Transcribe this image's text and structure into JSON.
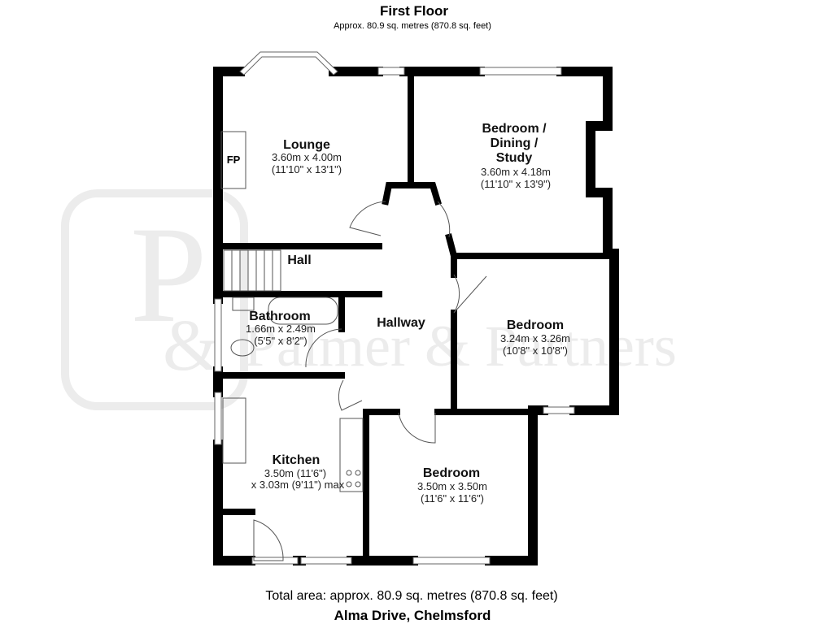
{
  "header": {
    "title": "First Floor",
    "subtitle": "Approx. 80.9 sq. metres (870.8 sq. feet)"
  },
  "watermark": {
    "monogram_top": "P",
    "monogram_amp": "&",
    "text": "Palmer & Partners"
  },
  "rooms": {
    "lounge": {
      "name": "Lounge",
      "dim_m": "3.60m x 4.00m",
      "dim_ft": "(11'10\" x 13'1\")"
    },
    "fireplace": {
      "label": "FP"
    },
    "bedroom_dining": {
      "name1": "Bedroom /",
      "name2": "Dining /",
      "name3": "Study",
      "dim_m": "3.60m x 4.18m",
      "dim_ft": "(11'10\" x 13'9\")"
    },
    "hall": {
      "name": "Hall"
    },
    "bathroom": {
      "name": "Bathroom",
      "dim_m": "1.66m x 2.49m",
      "dim_ft": "(5'5\" x 8'2\")"
    },
    "hallway": {
      "name": "Hallway"
    },
    "bedroom2": {
      "name": "Bedroom",
      "dim_m": "3.24m x 3.26m",
      "dim_ft": "(10'8\" x 10'8\")"
    },
    "kitchen": {
      "name": "Kitchen",
      "dim_1": "3.50m (11'6\")",
      "dim_2": "x 3.03m (9'11\") max"
    },
    "bedroom3": {
      "name": "Bedroom",
      "dim_m": "3.50m x 3.50m",
      "dim_ft": "(11'6\" x 11'6\")"
    }
  },
  "footer": {
    "total": "Total area: approx. 80.9 sq. metres (870.8 sq. feet)",
    "address": "Alma Drive, Chelmsford"
  }
}
